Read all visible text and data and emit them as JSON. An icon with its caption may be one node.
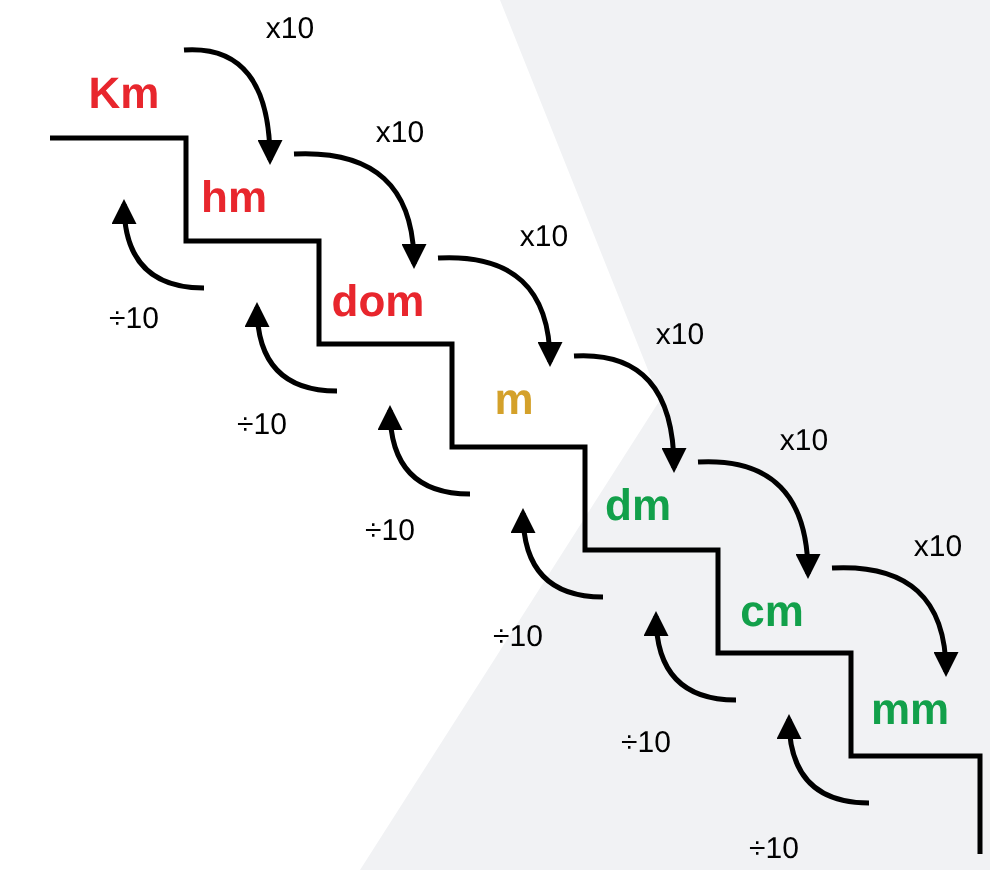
{
  "diagram": {
    "nodes": [
      {
        "text": [
          "Km"
        ]
      },
      {
        "text": [
          "hm"
        ]
      },
      {
        "text": [
          "dom"
        ]
      },
      {
        "text": [
          "m"
        ]
      },
      {
        "text": [
          "dm"
        ]
      },
      {
        "text": [
          "cm"
        ]
      },
      {
        "text": [
          "mm"
        ]
      }
    ],
    "edges": [
      {
        "from": 0,
        "to": 1,
        "arrow": "to",
        "label": "x10"
      },
      {
        "from": 1,
        "to": 2,
        "arrow": "to",
        "label": "x10"
      },
      {
        "from": 2,
        "to": 3,
        "arrow": "to",
        "label": "x10"
      },
      {
        "from": 3,
        "to": 4,
        "arrow": "to",
        "label": "x10"
      },
      {
        "from": 4,
        "to": 5,
        "arrow": "to",
        "label": "x10"
      },
      {
        "from": 5,
        "to": 6,
        "arrow": "to",
        "label": "x10"
      }
    ],
    "labels": [
      "÷10",
      "÷10",
      "÷10",
      "÷10",
      "÷10",
      "÷10"
    ]
  }
}
